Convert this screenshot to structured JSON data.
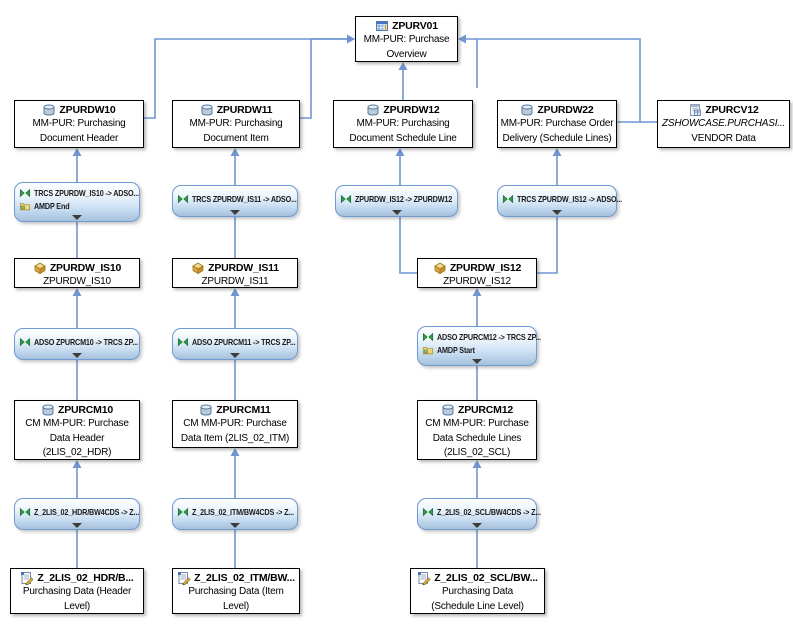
{
  "colors": {
    "connector_blue": "#6f96d2",
    "node_border": "#000000",
    "transform_border": "#6f9ad2",
    "transform_fill": "#b5cfe8",
    "infosource_gold": "#d9a93c",
    "transformation_green": "#2f9e44",
    "canvas_background": "#ffffff"
  },
  "icons": {
    "composite_provider": "composite-provider-icon",
    "adso": "adso-cylinder-icon",
    "composite_view": "cv-table-icon",
    "infosource": "infosource-box-icon",
    "transformation": "transformation-icon",
    "amdp": "amdp-folder-icon",
    "datasource": "datasource-pencil-icon",
    "expander": "chevron-down-icon"
  },
  "nodes": {
    "zpurv01": {
      "title": "ZPURV01",
      "line1": "MM-PUR: Purchase",
      "line2": "Overview"
    },
    "zpurdw10": {
      "title": "ZPURDW10",
      "line1": "MM-PUR: Purchasing",
      "line2": "Document Header"
    },
    "zpurdw11": {
      "title": "ZPURDW11",
      "line1": "MM-PUR: Purchasing",
      "line2": "Document Item"
    },
    "zpurdw12": {
      "title": "ZPURDW12",
      "line1": "MM-PUR: Purchasing",
      "line2": "Document Schedule Line"
    },
    "zpurdw22": {
      "title": "ZPURDW22",
      "line1": "MM-PUR: Purchase Order",
      "line2": "Delivery (Schedule Lines)"
    },
    "zpurcv12": {
      "title": "ZPURCV12",
      "line1": "ZSHOWCASE.PURCHASI...",
      "line2": "VENDOR Data"
    },
    "is10": {
      "title": "ZPURDW_IS10",
      "line1": "ZPURDW_IS10"
    },
    "is11": {
      "title": "ZPURDW_IS11",
      "line1": "ZPURDW_IS11"
    },
    "is12": {
      "title": "ZPURDW_IS12",
      "line1": "ZPURDW_IS12"
    },
    "zpurcm10": {
      "title": "ZPURCM10",
      "line1": "CM MM-PUR: Purchase",
      "line2": "Data Header",
      "line3": "(2LIS_02_HDR)"
    },
    "zpurcm11": {
      "title": "ZPURCM11",
      "line1": "CM MM-PUR: Purchase",
      "line2": "Data Item (2LIS_02_ITM)"
    },
    "zpurcm12": {
      "title": "ZPURCM12",
      "line1": "CM MM-PUR: Purchase",
      "line2": "Data Schedule Lines",
      "line3": "(2LIS_02_SCL)"
    },
    "ds_hdr": {
      "title": "Z_2LIS_02_HDR/B...",
      "line1": "Purchasing Data (Header",
      "line2": "Level)"
    },
    "ds_itm": {
      "title": "Z_2LIS_02_ITM/BW...",
      "line1": "Purchasing Data (Item",
      "line2": "Level)"
    },
    "ds_scl": {
      "title": "Z_2LIS_02_SCL/BW...",
      "line1": "Purchasing Data",
      "line2": "(Schedule Line Level)"
    }
  },
  "transforms": {
    "t1": {
      "line1": "TRCS ZPURDW_IS10 -> ADSO...",
      "line2": "AMDP End"
    },
    "t2": {
      "line1": "TRCS ZPURDW_IS11 -> ADSO..."
    },
    "t3": {
      "line1": "ZPURDW_IS12 -> ZPURDW12"
    },
    "t4": {
      "line1": "TRCS ZPURDW_IS12 -> ADSO..."
    },
    "t5": {
      "line1": "ADSO ZPURCM10 -> TRCS ZP..."
    },
    "t6": {
      "line1": "ADSO ZPURCM11 -> TRCS ZP..."
    },
    "t7": {
      "line1": "ADSO ZPURCM12 -> TRCS ZP...",
      "line2": "AMDP Start"
    },
    "t8": {
      "line1": "Z_2LIS_02_HDR/BW4CDS -> Z..."
    },
    "t9": {
      "line1": "Z_2LIS_02_ITM/BW4CDS -> Z..."
    },
    "t10": {
      "line1": "Z_2LIS_02_SCL/BW4CDS -> Z..."
    }
  }
}
